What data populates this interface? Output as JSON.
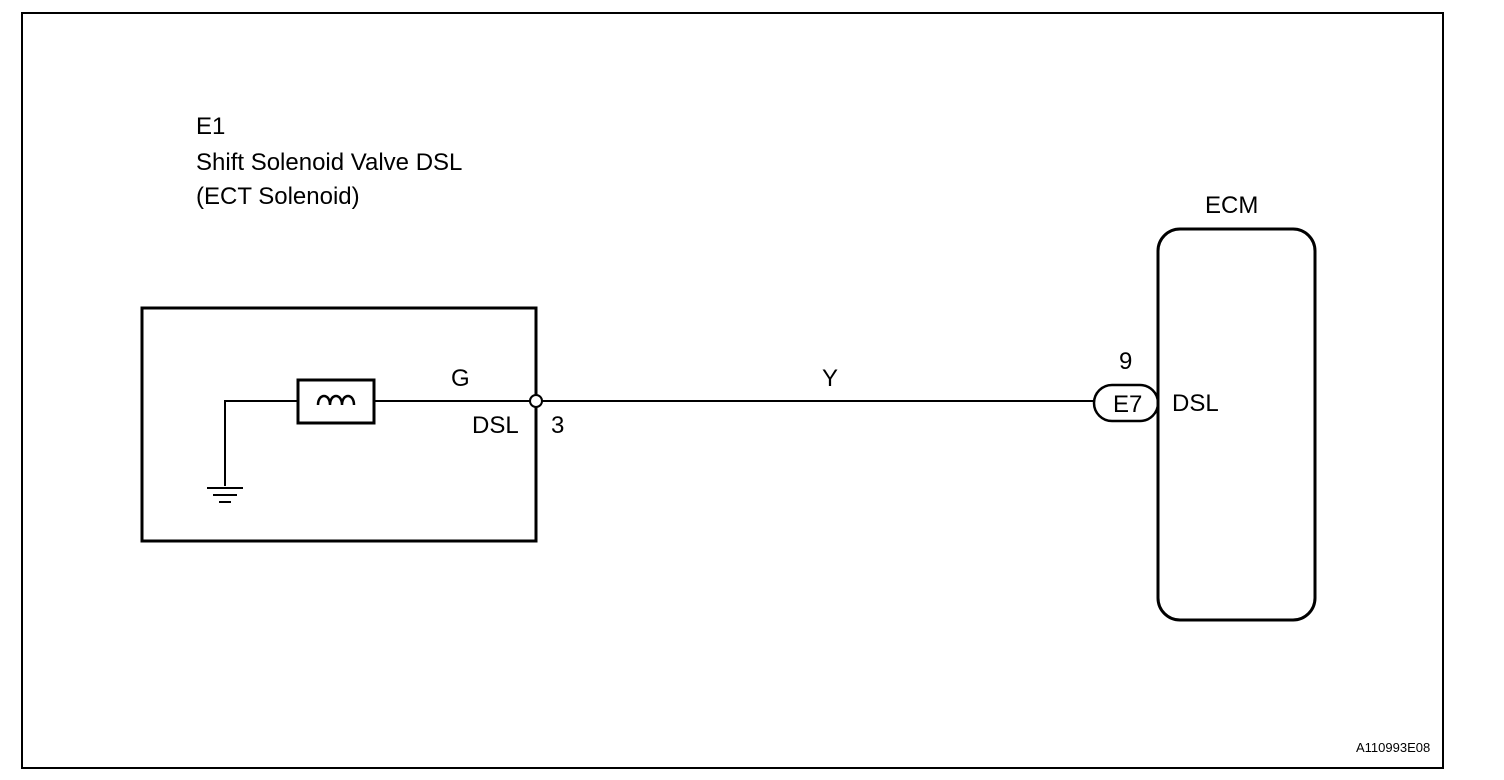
{
  "component": {
    "code": "E1",
    "name": "Shift Solenoid Valve DSL",
    "subname": "(ECT Solenoid)"
  },
  "ecm": {
    "label": "ECM",
    "pin_number": "9",
    "connector": "E7",
    "pin_name": "DSL"
  },
  "wires": {
    "internal_color": "G",
    "harness_color": "Y"
  },
  "terminal": {
    "name": "DSL",
    "number": "3"
  },
  "figure_id": "A110993E08"
}
